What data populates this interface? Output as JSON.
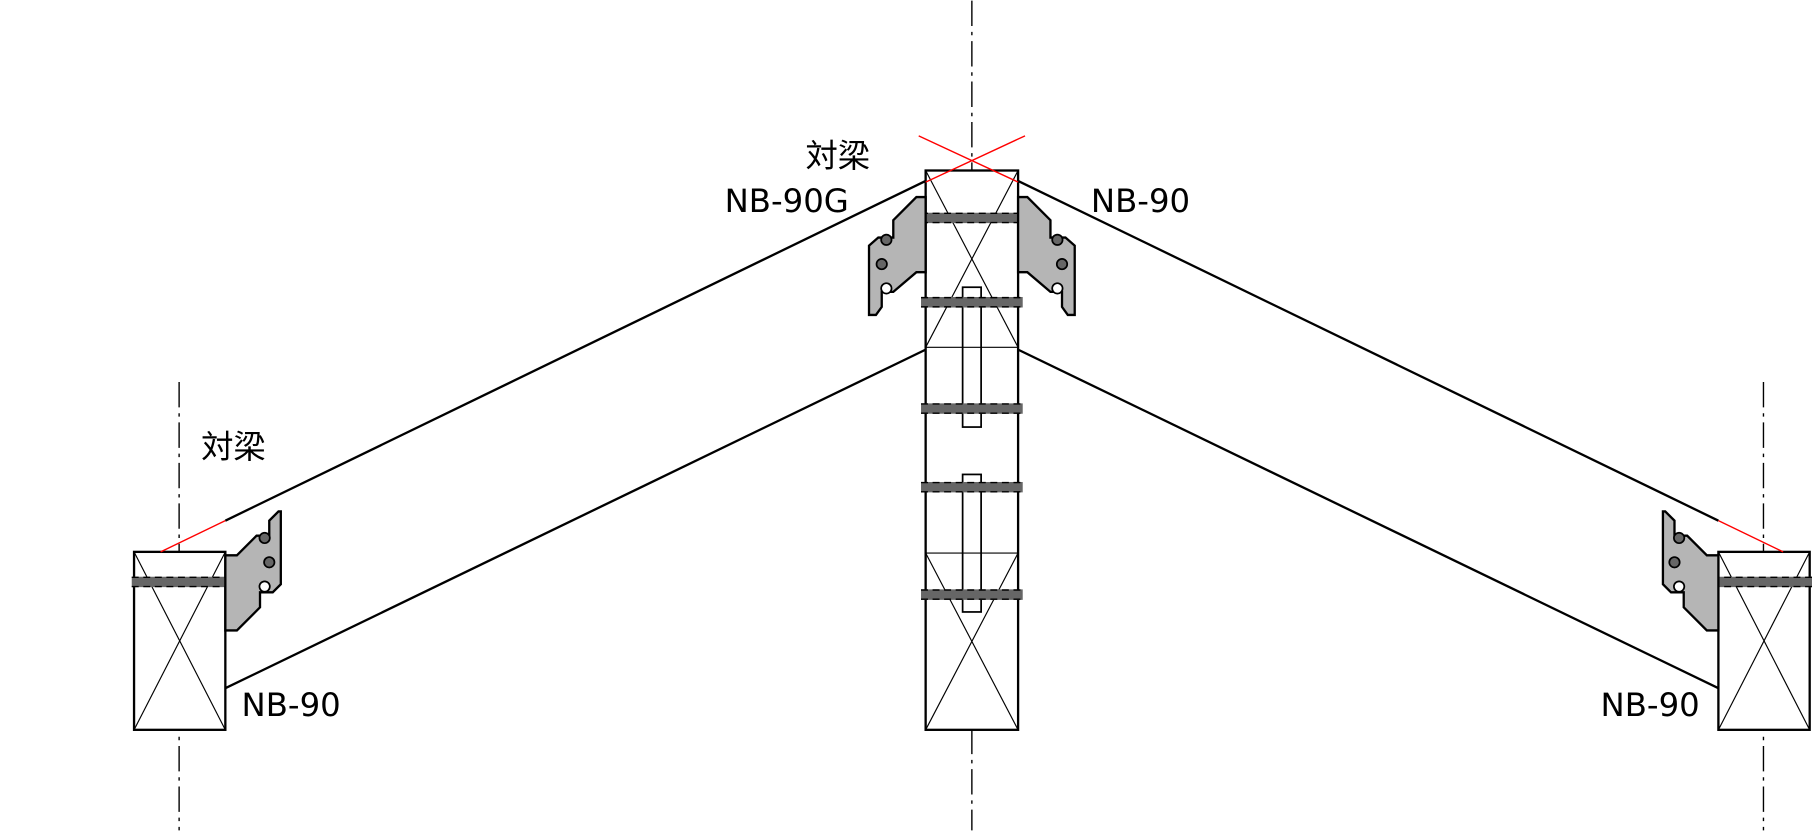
{
  "labels": {
    "center_pair_beam": "対梁",
    "center_left_hanger": "NB-90G",
    "center_right_hanger": "NB-90",
    "left_pair_beam": "対梁",
    "left_hanger": "NB-90",
    "right_hanger": "NB-90"
  },
  "colors": {
    "line": "#000000",
    "guide": "#ff0000",
    "bracket": "#b5b5b5",
    "bolt": "#666666"
  }
}
